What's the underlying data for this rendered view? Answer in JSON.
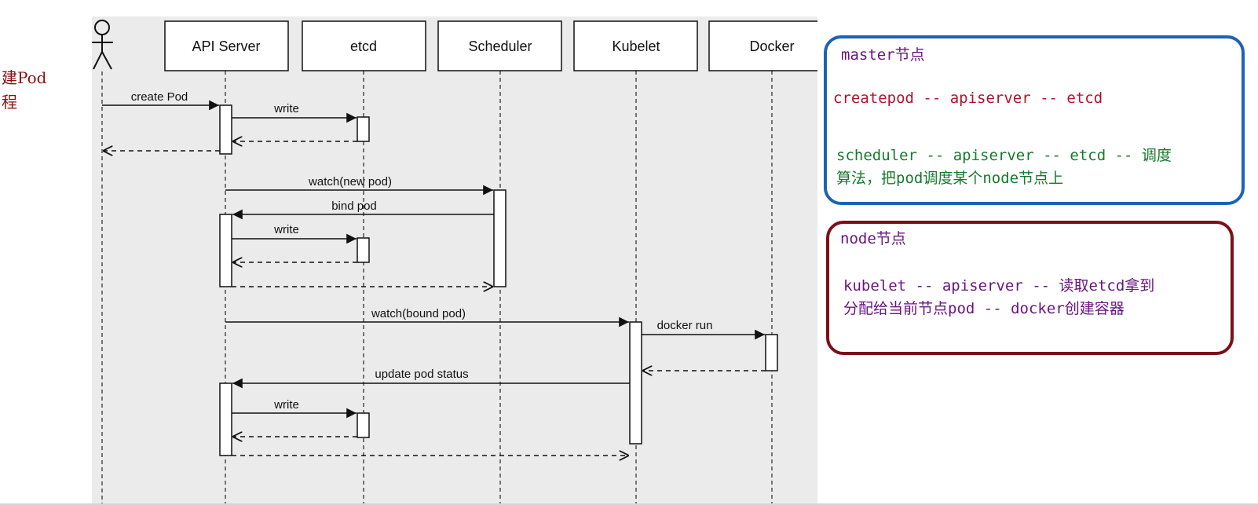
{
  "left_note": {
    "line1": "建Pod",
    "line2": "程"
  },
  "diagram": {
    "actor": "actor",
    "participants": [
      "API Server",
      "etcd",
      "Scheduler",
      "Kubelet",
      "Docker"
    ],
    "messages": [
      {
        "label": "create Pod"
      },
      {
        "label": "write"
      },
      {
        "label": "watch(new pod)"
      },
      {
        "label": "bind pod"
      },
      {
        "label": "write"
      },
      {
        "label": "watch(bound pod)"
      },
      {
        "label": "docker run"
      },
      {
        "label": "update pod status"
      },
      {
        "label": "write"
      }
    ]
  },
  "master_box": {
    "title": "master节点",
    "line1": "createpod -- apiserver -- etcd",
    "line2": "scheduler -- apiserver -- etcd -- 调度",
    "line3": "算法，把pod调度某个node节点上"
  },
  "node_box": {
    "title": "node节点",
    "line1": "kubelet -- apiserver -- 读取etcd拿到",
    "line2": "分配给当前节点pod -- docker创建容器"
  }
}
